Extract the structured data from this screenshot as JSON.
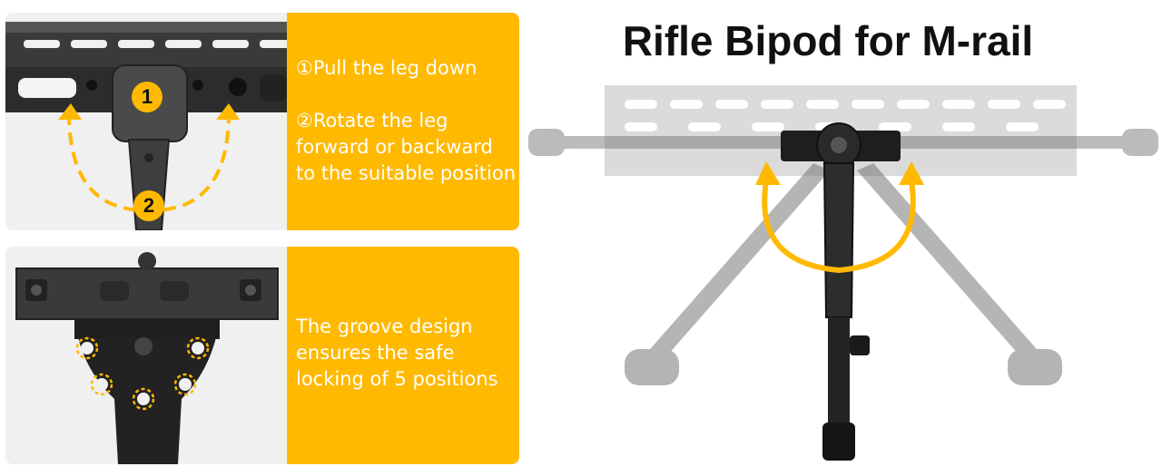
{
  "title": "Rifle Bipod for M-rail",
  "steps": {
    "step1_marker": "1",
    "step2_marker": "2",
    "step1_text": "①Pull the leg down",
    "step2_text": "②Rotate the leg\nforward or backward\nto the suitable position"
  },
  "groove": {
    "text": "The groove design\nensures the safe\nlocking of 5 positions"
  },
  "colors": {
    "accent": "#ffb900",
    "caption_text": "#ffffff",
    "title_text": "#111111"
  }
}
